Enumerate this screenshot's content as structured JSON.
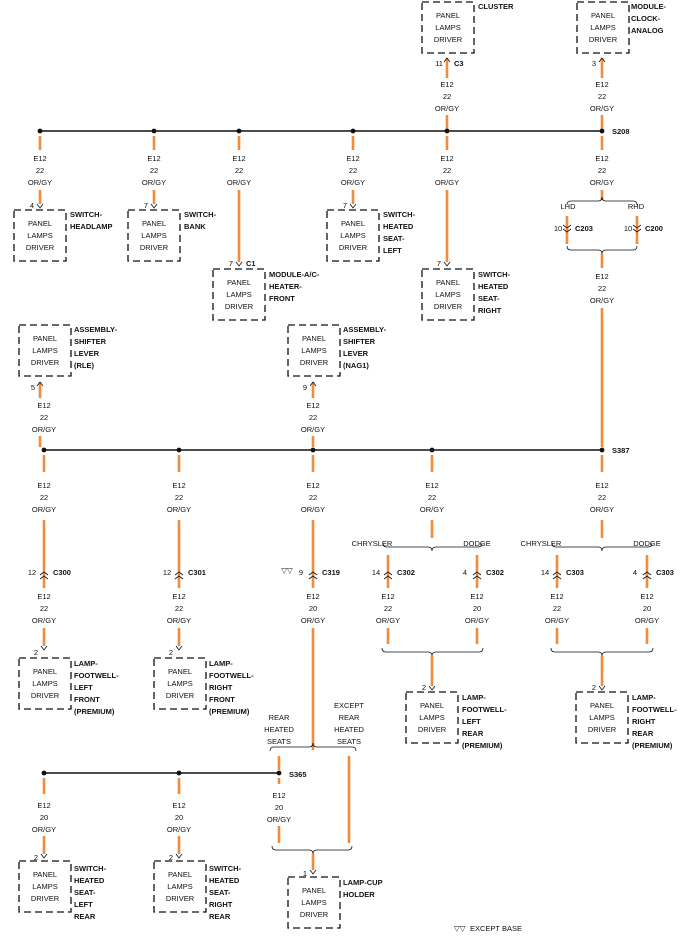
{
  "colors": {
    "wire": "#F08C3C",
    "line": "#111111",
    "background": "#ffffff"
  },
  "driver_label": [
    "PANEL",
    "LAMPS",
    "DRIVER"
  ],
  "wire_labels": {
    "e12_22": [
      "E12",
      "22",
      "OR/GY"
    ],
    "e12_20": [
      "E12",
      "20",
      "OR/GY"
    ]
  },
  "splices": {
    "s208": "S208",
    "s387": "S387",
    "s365": "S365"
  },
  "components": {
    "cluster": [
      "CLUSTER"
    ],
    "module_clock": [
      "MODULE-",
      "CLOCK-",
      "ANALOG"
    ],
    "switch_headlamp": [
      "SWITCH-",
      "HEADLAMP"
    ],
    "switch_bank": [
      "SWITCH-",
      "BANK"
    ],
    "module_ac_heater": [
      "MODULE-A/C-",
      "HEATER-",
      "FRONT"
    ],
    "switch_heated_seat_left": [
      "SWITCH-",
      "HEATED",
      "SEAT-",
      "LEFT"
    ],
    "switch_heated_seat_right": [
      "SWITCH-",
      "HEATED",
      "SEAT-",
      "RIGHT"
    ],
    "shifter_rle": [
      "ASSEMBLY-",
      "SHIFTER",
      "LEVER",
      "(RLE)"
    ],
    "shifter_nag1": [
      "ASSEMBLY-",
      "SHIFTER",
      "LEVER",
      "(NAG1)"
    ],
    "footwell_left_front": [
      "LAMP-",
      "FOOTWELL-",
      "LEFT",
      "FRONT",
      "(PREMIUM)"
    ],
    "footwell_right_front": [
      "LAMP-",
      "FOOTWELL-",
      "RIGHT",
      "FRONT",
      "(PREMIUM)"
    ],
    "footwell_left_rear": [
      "LAMP-",
      "FOOTWELL-",
      "LEFT",
      "REAR",
      "(PREMIUM)"
    ],
    "footwell_right_rear": [
      "LAMP-",
      "FOOTWELL-",
      "RIGHT",
      "REAR",
      "(PREMIUM)"
    ],
    "switch_rear_heated_left": [
      "SWITCH-",
      "HEATED",
      "SEAT-",
      "LEFT",
      "REAR"
    ],
    "switch_rear_heated_right": [
      "SWITCH-",
      "HEATED",
      "SEAT-",
      "RIGHT",
      "REAR"
    ],
    "lamp_cup_holder": [
      "LAMP-CUP",
      "HOLDER"
    ]
  },
  "connectors": {
    "c3": "C3",
    "c1": "C1",
    "c203": "C203",
    "c200": "C200",
    "c300": "C300",
    "c301": "C301",
    "c319": "C319",
    "c302": "C302",
    "c303": "C303"
  },
  "pins": {
    "cluster": "11",
    "module_clock": "3",
    "headlamp": "4",
    "bank": "7",
    "ac_heater": "7",
    "heated_left": "7",
    "heated_right": "7",
    "c203": "10",
    "c200": "10",
    "rle": "5",
    "nag1": "9",
    "c300": "12",
    "c301": "12",
    "c319": "9",
    "c302_a": "14",
    "c302_b": "4",
    "c303_a": "14",
    "c303_b": "4",
    "fw_lf": "2",
    "fw_rf": "2",
    "fw_lr": "2",
    "fw_rr": "2",
    "rear_left": "2",
    "rear_right": "2",
    "cup": "1"
  },
  "branch_labels": {
    "lhd": "LHD",
    "rhd": "RHD",
    "chrysler": "CHRYSLER",
    "dodge": "DODGE",
    "rear_heated": [
      "REAR",
      "HEATED",
      "SEATS"
    ],
    "except_rear_heated": [
      "EXCEPT",
      "REAR",
      "HEATED",
      "SEATS"
    ]
  },
  "marks": {
    "except_base_symbol": "▽▽"
  },
  "legend": {
    "symbol": "▽▽",
    "text": "EXCEPT BASE"
  }
}
